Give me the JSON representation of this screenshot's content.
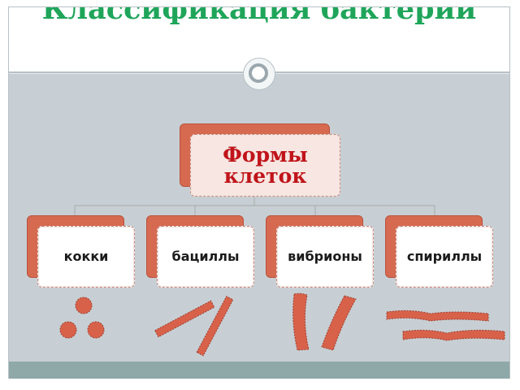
{
  "slide": {
    "title": "Классификация бактерий"
  },
  "diagram": {
    "root": {
      "label": "Формы клеток"
    },
    "children": [
      {
        "label": "кокки"
      },
      {
        "label": "бациллы"
      },
      {
        "label": "вибрионы"
      },
      {
        "label": "спириллы"
      }
    ]
  },
  "colors": {
    "title": "#1fa55a",
    "root_text": "#c0141a",
    "box_back": "#d66a51",
    "content_background": "#c7cfd4",
    "bacteria_fill": "#d8614a"
  },
  "illustrations": [
    {
      "icon": "cocci-cluster-icon"
    },
    {
      "icon": "bacilli-rods-icon"
    },
    {
      "icon": "vibrio-curved-rods-icon"
    },
    {
      "icon": "spirilla-wavy-icon"
    }
  ]
}
